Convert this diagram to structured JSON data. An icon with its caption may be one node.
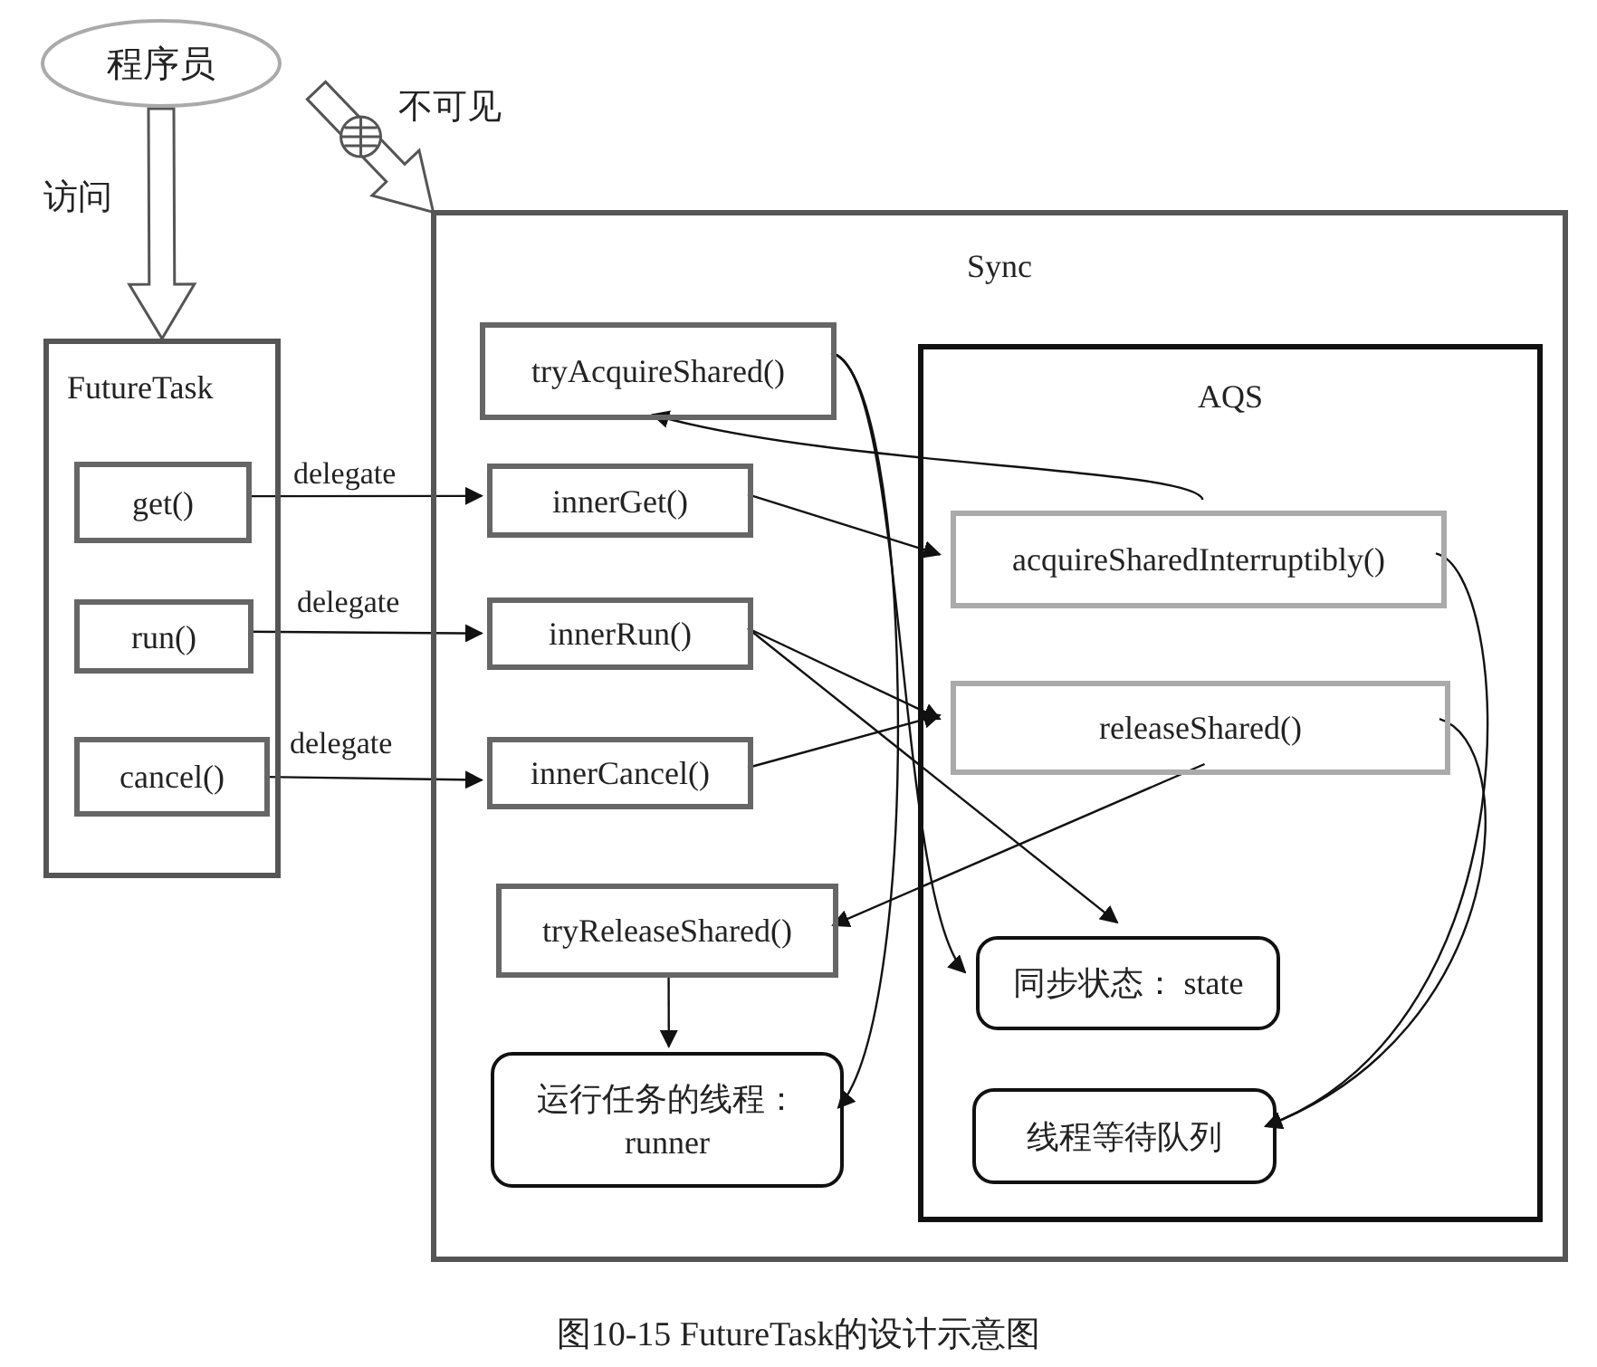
{
  "diagram": {
    "caption": "图10-15 FutureTask的设计示意图",
    "nodes": [
      {
        "text": [
          "程序员"
        ]
      },
      {
        "text": [
          "FutureTask"
        ]
      },
      {
        "text": [
          "get()"
        ],
        "in": 1
      },
      {
        "text": [
          "run()"
        ],
        "in": 1
      },
      {
        "text": [
          "cancel()"
        ],
        "in": 1
      },
      {
        "text": [
          "Sync"
        ]
      },
      {
        "text": [
          "tryAcquireShared()"
        ],
        "in": 5
      },
      {
        "text": [
          "innerGet()"
        ],
        "in": 5
      },
      {
        "text": [
          "innerRun()"
        ],
        "in": 5
      },
      {
        "text": [
          "innerCancel()"
        ],
        "in": 5
      },
      {
        "text": [
          "AQS"
        ],
        "in": 5
      },
      {
        "text": [
          "acquireSharedInterruptibly()"
        ],
        "in": 10
      },
      {
        "text": [
          "releaseShared()"
        ],
        "in": 10
      },
      {
        "text": [
          "tryReleaseShared()"
        ],
        "in": 5
      },
      {
        "text": [
          "运行任务的线程： runner"
        ],
        "in": 5
      },
      {
        "text": [
          "同步状态： state"
        ],
        "in": 10
      },
      {
        "text": [
          "线程等待队列"
        ],
        "in": 10
      }
    ],
    "edges": [
      {
        "from": 0,
        "to": 1,
        "arrow": "to",
        "label": "访问"
      },
      {
        "from": 0,
        "to": 5,
        "arrow": "to",
        "label": "不可见"
      },
      {
        "from": 2,
        "to": 7,
        "arrow": "to",
        "label": "delegate"
      },
      {
        "from": 3,
        "to": 8,
        "arrow": "to",
        "label": "delegate"
      },
      {
        "from": 4,
        "to": 9,
        "arrow": "to",
        "label": "delegate"
      },
      {
        "from": 7,
        "to": 11,
        "arrow": "to"
      },
      {
        "from": 11,
        "to": 6,
        "arrow": "to"
      },
      {
        "from": 8,
        "to": 12,
        "arrow": "to"
      },
      {
        "from": 9,
        "to": 12,
        "arrow": "to"
      },
      {
        "from": 8,
        "to": 15,
        "arrow": "to"
      },
      {
        "from": 12,
        "to": 13,
        "arrow": "to"
      },
      {
        "from": 13,
        "to": 14,
        "arrow": "to"
      },
      {
        "from": 6,
        "to": 15,
        "arrow": "to"
      },
      {
        "from": 6,
        "to": 14,
        "arrow": "to"
      },
      {
        "from": 11,
        "to": 16,
        "arrow": "to"
      },
      {
        "from": 12,
        "to": 16,
        "arrow": "to"
      }
    ]
  }
}
